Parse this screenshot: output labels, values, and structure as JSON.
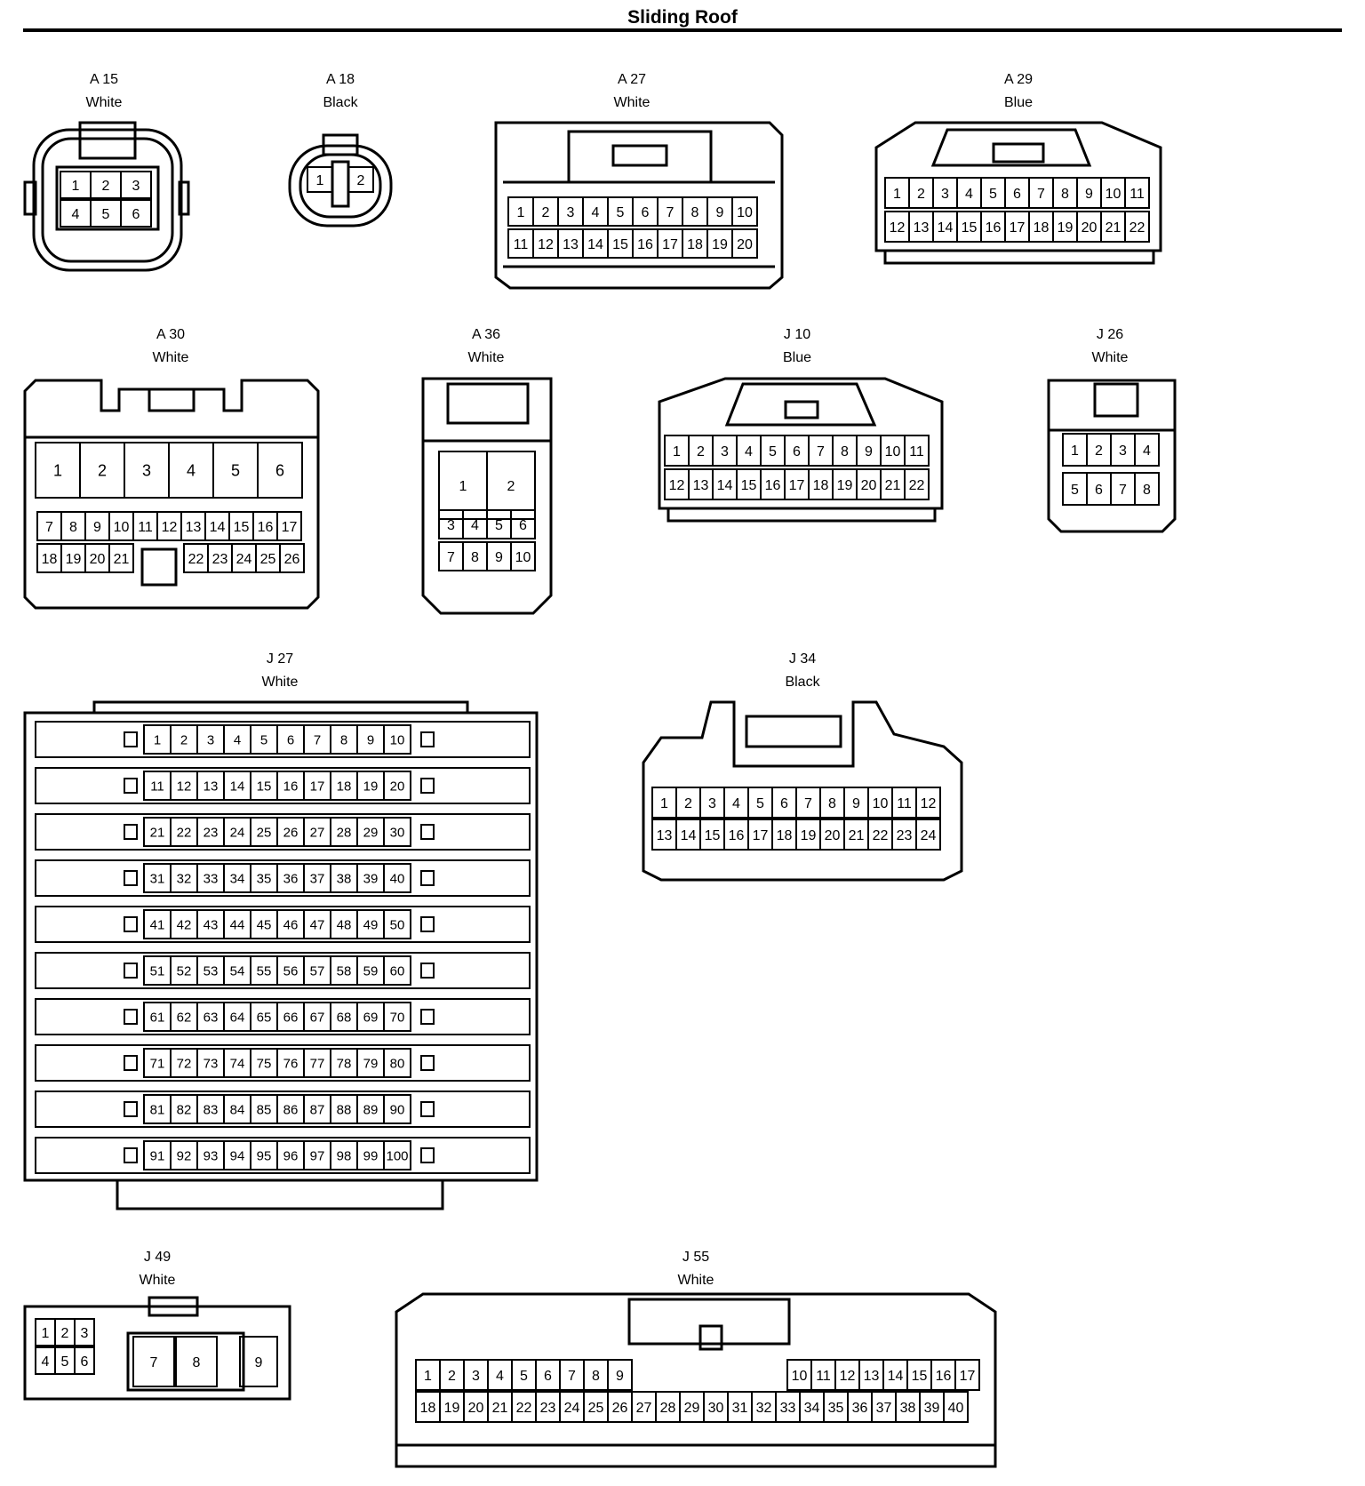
{
  "title": "Sliding Roof",
  "connectors": [
    {
      "id": "A 15",
      "color": "White"
    },
    {
      "id": "A 18",
      "color": "Black"
    },
    {
      "id": "A 27",
      "color": "White"
    },
    {
      "id": "A 29",
      "color": "Blue"
    },
    {
      "id": "A 30",
      "color": "White"
    },
    {
      "id": "A 36",
      "color": "White"
    },
    {
      "id": "J 10",
      "color": "Blue"
    },
    {
      "id": "J 26",
      "color": "White"
    },
    {
      "id": "J 27",
      "color": "White"
    },
    {
      "id": "J 34",
      "color": "Black"
    },
    {
      "id": "J 49",
      "color": "White"
    },
    {
      "id": "J 55",
      "color": "White"
    }
  ]
}
